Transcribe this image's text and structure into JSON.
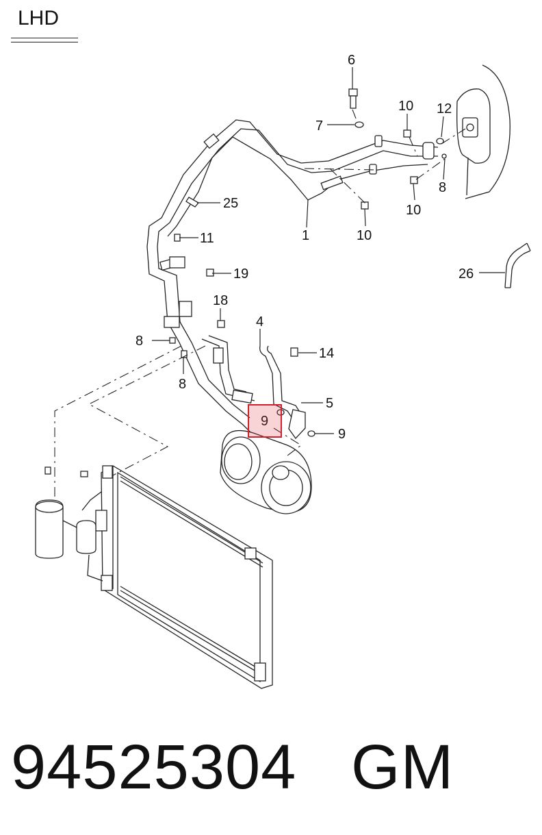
{
  "heading": "LHD",
  "callouts": {
    "c1": "1",
    "c4": "4",
    "c5": "5",
    "c6": "6",
    "c7": "7",
    "c8a": "8",
    "c8b": "8",
    "c8c": "8",
    "c9a": "9",
    "c9b": "9",
    "c10a": "10",
    "c10b": "10",
    "c10c": "10",
    "c11": "11",
    "c12": "12",
    "c14": "14",
    "c18": "18",
    "c19": "19",
    "c25": "25",
    "c26": "26"
  },
  "footer": {
    "part_number": "94525304",
    "brand": "GM"
  },
  "highlight": {
    "color": "#d21f2a",
    "target": "9"
  }
}
